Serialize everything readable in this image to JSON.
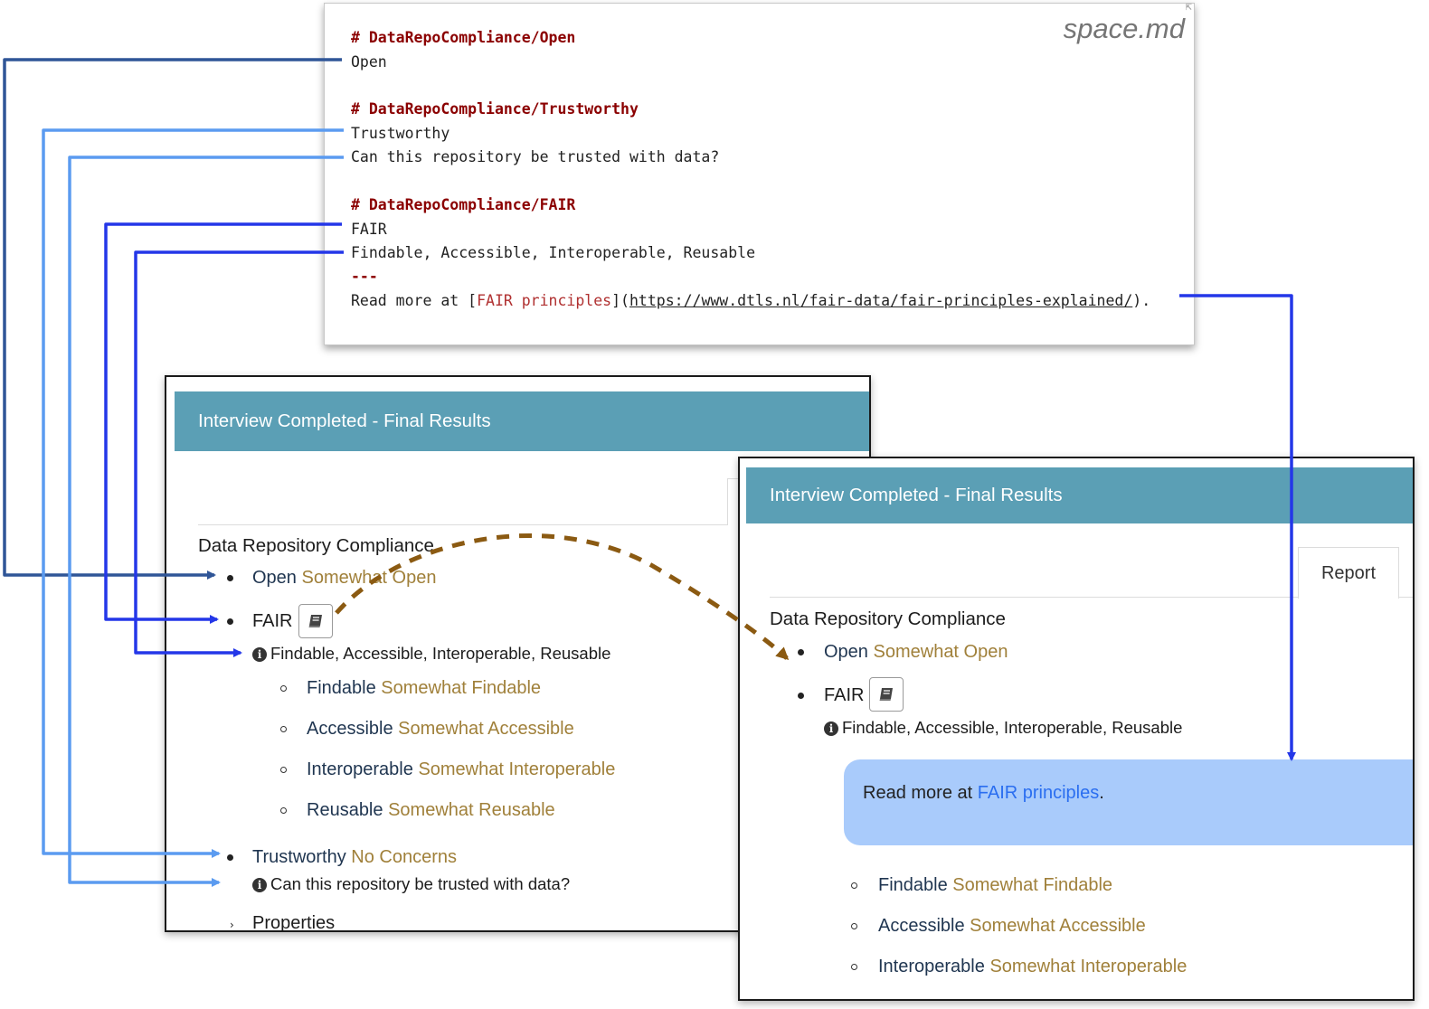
{
  "markdown": {
    "filename": "space.md",
    "lines": [
      "# DataRepoCompliance/Open",
      "Open",
      "# DataRepoCompliance/Trustworthy",
      "Trustworthy",
      "Can this repository be trusted with data?",
      "# DataRepoCompliance/FAIR",
      "FAIR",
      "Findable, Accessible, Interoperable, Reusable",
      "---"
    ],
    "readmore_prefix": "Read more at [",
    "readmore_link_text": "FAIR principles",
    "readmore_mid": "](",
    "readmore_url": "https://www.dtls.nl/fair-data/fair-principles-explained/",
    "readmore_suffix": ")."
  },
  "left_panel": {
    "header": "Interview Completed - Final Results",
    "section_title": "Data Repository Compliance",
    "open": {
      "label": "Open",
      "value": "Somewhat Open"
    },
    "fair": {
      "label": "FAIR",
      "description": "Findable, Accessible, Interoperable, Reusable"
    },
    "sub_items": [
      {
        "label": "Findable",
        "value": "Somewhat Findable"
      },
      {
        "label": "Accessible",
        "value": "Somewhat Accessible"
      },
      {
        "label": "Interoperable",
        "value": "Somewhat Interoperable"
      },
      {
        "label": "Reusable",
        "value": "Somewhat Reusable"
      }
    ],
    "trustworthy": {
      "label": "Trustworthy",
      "value": "No Concerns",
      "description": "Can this repository be trusted with data?"
    },
    "properties_label": "Properties"
  },
  "right_panel": {
    "header": "Interview Completed - Final Results",
    "tab_label": "Report",
    "section_title": "Data Repository Compliance",
    "open": {
      "label": "Open",
      "value": "Somewhat Open"
    },
    "fair": {
      "label": "FAIR",
      "description": "Findable, Accessible, Interoperable, Reusable"
    },
    "note": {
      "prefix": "Read more at ",
      "link": "FAIR principles",
      "suffix": "."
    },
    "sub_items": [
      {
        "label": "Findable",
        "value": "Somewhat Findable"
      },
      {
        "label": "Accessible",
        "value": "Somewhat Accessible"
      },
      {
        "label": "Interoperable",
        "value": "Somewhat Interoperable"
      }
    ]
  },
  "colors": {
    "header_bg": "#5b9fb5",
    "value_text": "#a0803a",
    "label_text": "#1f3550",
    "arrow_dark": "#2f5597",
    "arrow_light": "#5b9bf0",
    "arrow_blue": "#2437e8",
    "arrow_brown": "#8b5a12",
    "note_bg": "#a9cbfb"
  },
  "icons": [
    "info-icon",
    "book-icon"
  ]
}
